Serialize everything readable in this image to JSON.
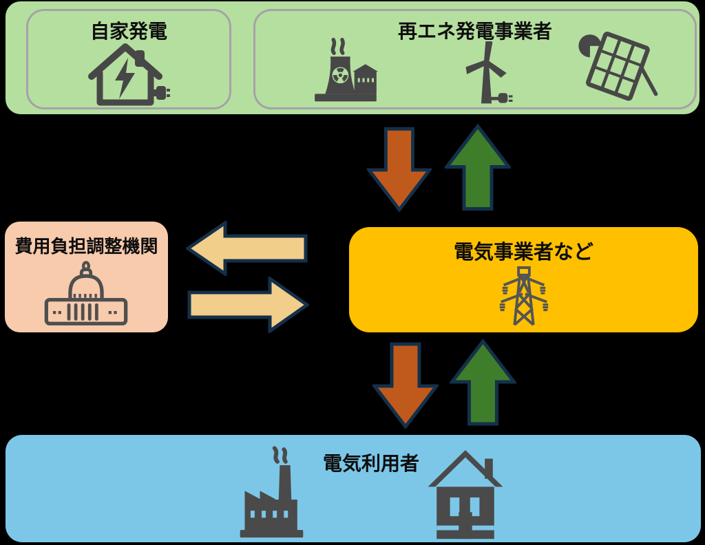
{
  "nodes": {
    "self_generation": {
      "label": "自家発電",
      "icons": [
        "house-generator-icon"
      ]
    },
    "renewable_operators": {
      "label": "再エネ発電事業者",
      "icons": [
        "nuclear-plant-icon",
        "wind-turbine-icon",
        "solar-panel-icon"
      ]
    },
    "cost_adjustment_org": {
      "label": "費用負担調整機関",
      "icons": [
        "capitol-building-icon"
      ]
    },
    "electric_utilities": {
      "label": "電気事業者など",
      "icons": [
        "transmission-tower-icon"
      ]
    },
    "electricity_users": {
      "label": "電気利用者",
      "icons": [
        "factory-icon",
        "house-icon"
      ]
    }
  },
  "arrows": [
    {
      "name": "generation-banner-to-utilities",
      "direction": "down",
      "color": "#C05A1C"
    },
    {
      "name": "utilities-to-generation-banner",
      "direction": "up",
      "color": "#3E7E2B"
    },
    {
      "name": "utilities-to-cost-adjustment-org",
      "direction": "left",
      "color": "#F2CE8B"
    },
    {
      "name": "cost-adjustment-org-to-utilities",
      "direction": "right",
      "color": "#F2CE8B"
    },
    {
      "name": "utilities-to-users",
      "direction": "down",
      "color": "#C05A1C"
    },
    {
      "name": "users-to-utilities",
      "direction": "up",
      "color": "#3E7E2B"
    }
  ],
  "colors": {
    "background": "#000000",
    "generation_banner": "#B5DF9F",
    "inner_box_border": "#A6A1A9",
    "cost_adjustment_org_box": "#F8CBAD",
    "electric_utilities_box": "#FFC000",
    "electricity_users_box": "#7CC7E8",
    "arrow_down": "#C05A1C",
    "arrow_up": "#3E7E2B",
    "arrow_horizontal": "#F2CE8B",
    "arrow_outline": "#14304A",
    "icon_dark": "#474747",
    "text": "#0E0E0E"
  }
}
